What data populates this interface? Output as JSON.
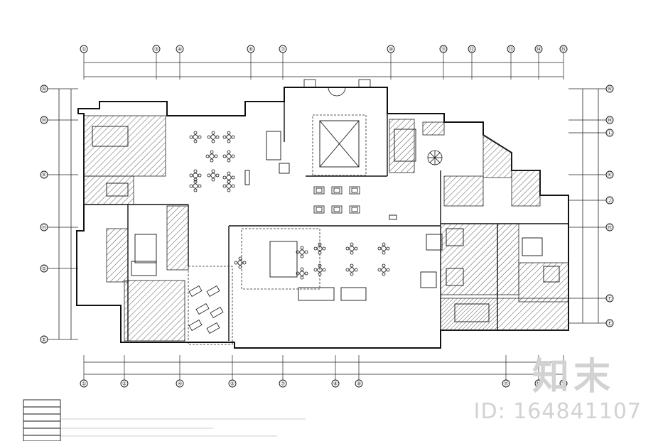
{
  "plan": {
    "top_axes": [
      "①",
      "③",
      "④",
      "⑥",
      "⑦",
      "⑩",
      "⑪",
      "⑫",
      "⑬",
      "⑭",
      "⑮"
    ],
    "bottom_axes": [
      "①",
      "②",
      "④",
      "⑤",
      "⑦",
      "⑧",
      "⑨",
      "⑪",
      "⑬",
      "⑮"
    ],
    "left_axes": [
      "Ⓝ",
      "Ⓜ",
      "Ⓚ",
      "Ⓗ",
      "Ⓖ",
      "Ⓔ"
    ],
    "right_axes": [
      "Ⓝ",
      "Ⓜ",
      "Ⓛ",
      "Ⓚ",
      "Ⓙ",
      "Ⓗ",
      "Ⓕ",
      "Ⓔ"
    ]
  },
  "watermark": {
    "logo": "知末",
    "id": "ID: 164841107"
  },
  "colors": {
    "ink": "#111111",
    "hatch": "#555555",
    "watermark": "#d2d2d2"
  }
}
